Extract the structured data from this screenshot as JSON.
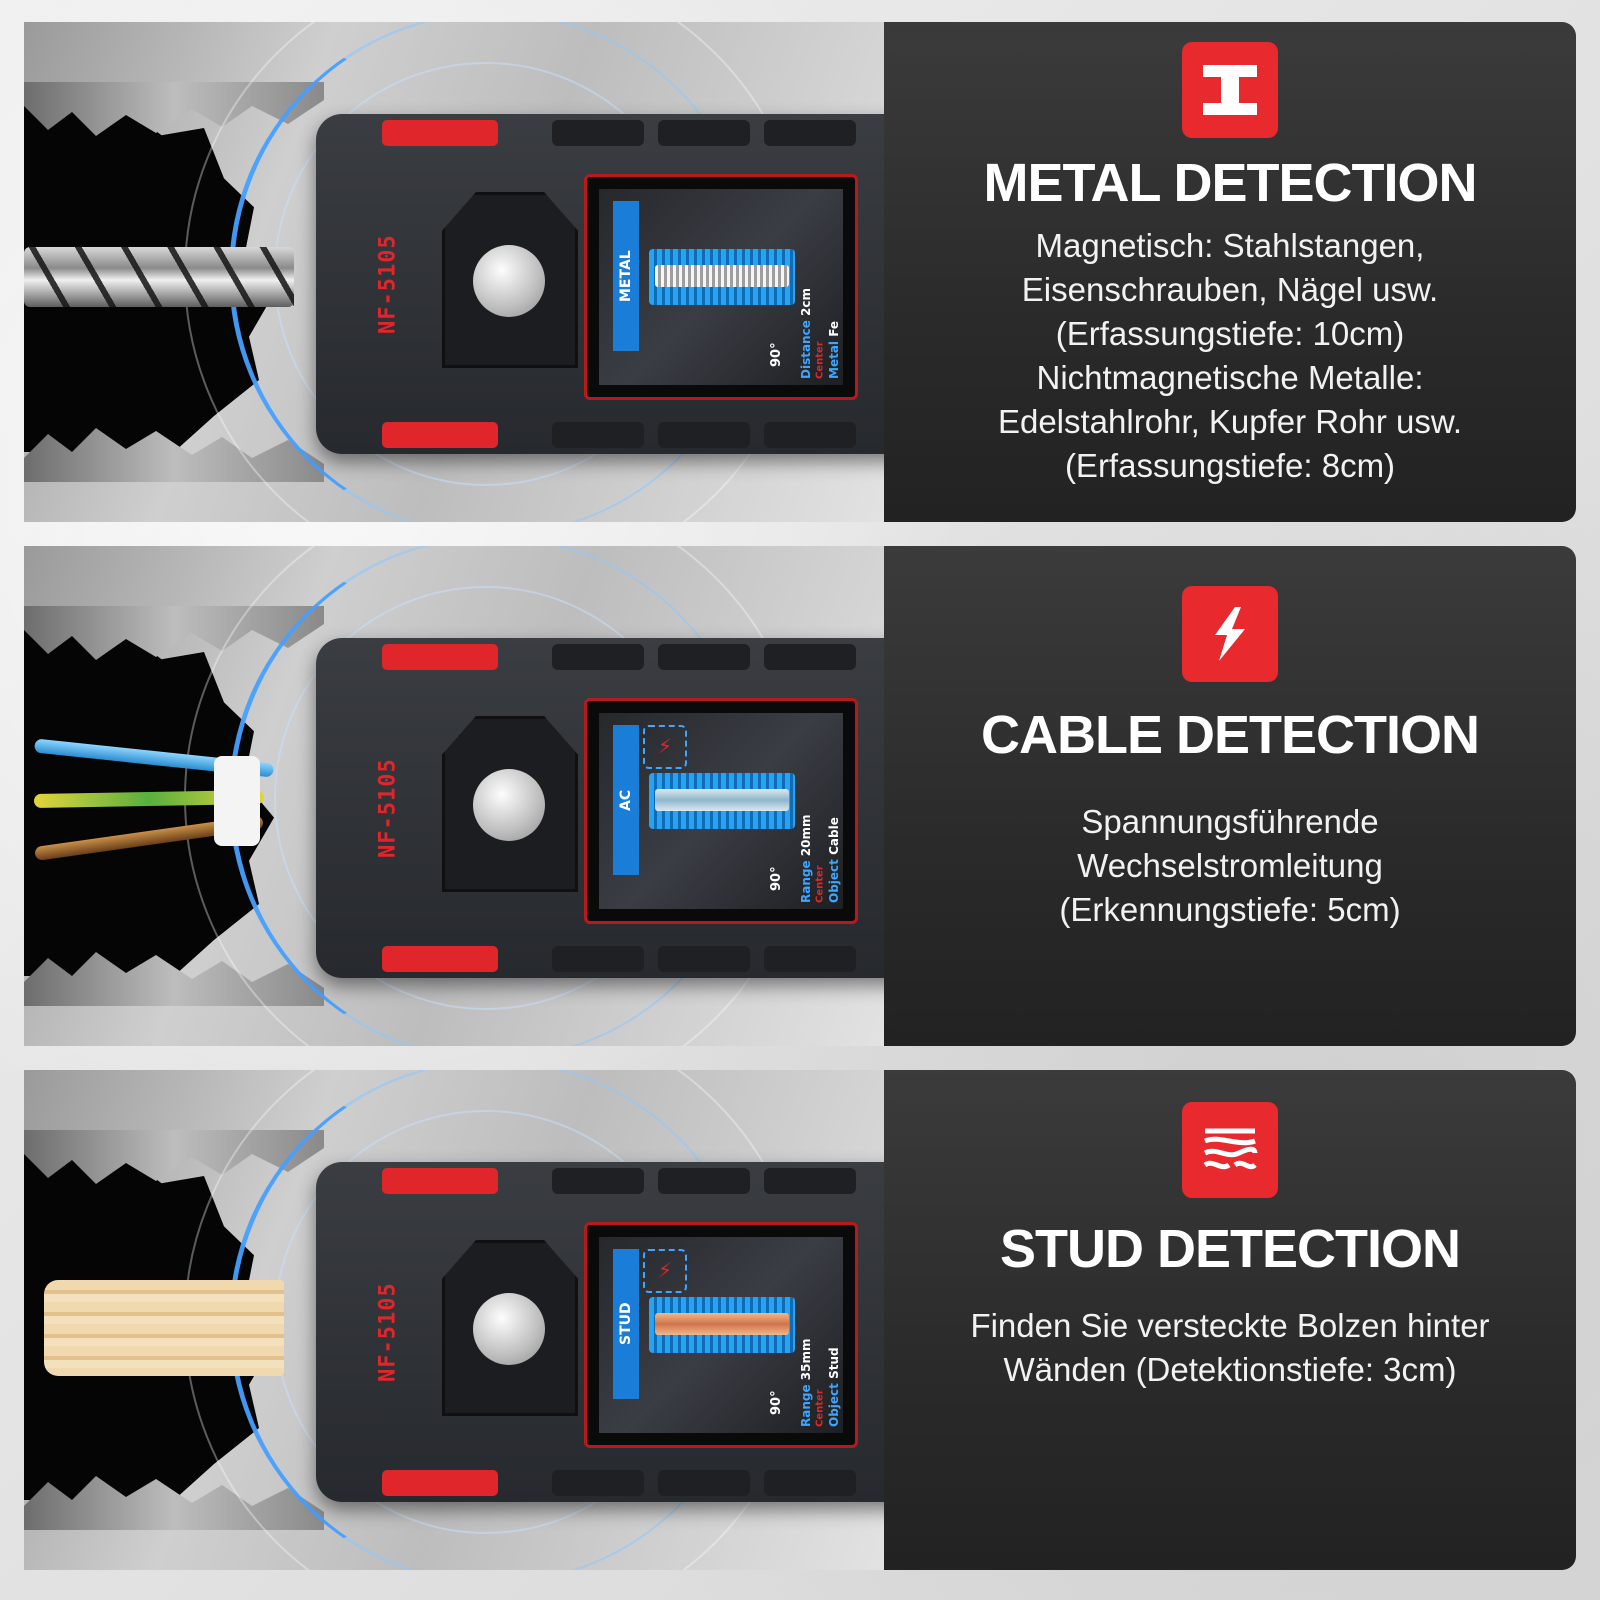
{
  "colors": {
    "accent": "#e8292d",
    "screen_blue": "#1a7dd8",
    "panel_dark": "#2e2e2e"
  },
  "device": {
    "brand": "NF-5105",
    "angle": "90°"
  },
  "sections": [
    {
      "icon": "i-beam-icon",
      "title": "METAL DETECTION",
      "lines": [
        "Magnetisch: Stahlstangen,",
        "Eisenschrauben, Nägel usw.",
        "(Erfassungstiefe: 10cm)",
        "Nichtmagnetische Metalle:",
        "Edelstahlrohr, Kupfer Rohr usw.",
        "(Erfassungstiefe: 8cm)"
      ],
      "screen": {
        "mode": "METAL",
        "label1": "Metal",
        "value1": "Fe",
        "center": "Center",
        "label2": "Distance",
        "value2": "2cm"
      }
    },
    {
      "icon": "lightning-icon",
      "title": "CABLE DETECTION",
      "lines": [
        "Spannungsführende",
        "Wechselstromleitung",
        "(Erkennungstiefe: 5cm)"
      ],
      "screen": {
        "mode": "AC",
        "label1": "Object",
        "value1": "Cable",
        "center": "Center",
        "label2": "Range",
        "value2": "20mm"
      }
    },
    {
      "icon": "wood-grain-icon",
      "title": "STUD DETECTION",
      "lines": [
        "Finden Sie versteckte Bolzen hinter",
        "Wänden (Detektionstiefe: 3cm)"
      ],
      "screen": {
        "mode": "STUD",
        "label1": "Object",
        "value1": "Stud",
        "center": "Center",
        "label2": "Range",
        "value2": "35mm"
      }
    }
  ]
}
